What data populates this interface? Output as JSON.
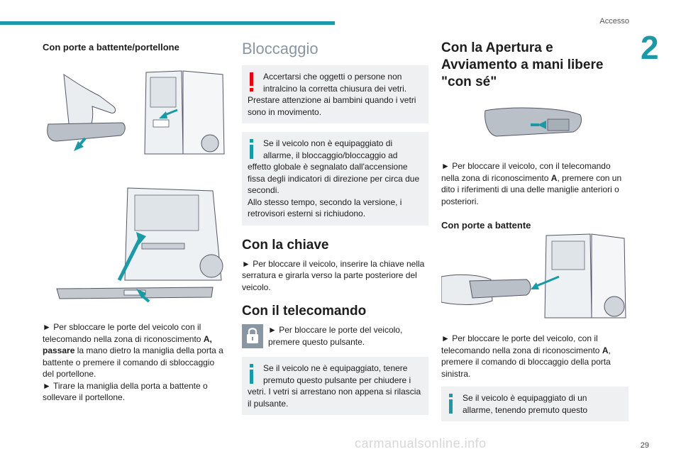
{
  "header": {
    "section": "Accesso",
    "chapter": "2",
    "page": "29"
  },
  "watermark": "carmanualsonline.info",
  "col1": {
    "heading": "Con porte a battente/portellone",
    "p1_pre": "► Per sbloccare le porte del veicolo con il telecomando nella zona di riconoscimento ",
    "p1_bold": "A, passare",
    "p1_post": " la mano dietro la maniglia della porta a battente o premere il comando di sbloccaggio del portellone.",
    "p2": "► Tirare la maniglia della porta a battente o sollevare il portellone."
  },
  "col2": {
    "title": "Bloccaggio",
    "warn_line1": "Accertarsi che oggetti o persone non",
    "warn_rest": "intralcino la corretta chiusura dei vetri. Prestare attenzione ai bambini quando i vetri sono in movimento.",
    "info1_line1": "Se il veicolo non è equipaggiato di",
    "info1_rest": "allarme, il bloccaggio/bloccaggio ad effetto globale è segnalato dall'accensione fissa degli indicatori di direzione per circa due secondi.",
    "info1_extra": "Allo stesso tempo, secondo la versione, i retrovisori esterni si richiudono.",
    "h_chiave": "Con la chiave",
    "p_chiave": "► Per bloccare il veicolo, inserire la chiave nella serratura e girarla verso la parte posteriore del veicolo.",
    "h_telecomando": "Con il telecomando",
    "lock_text": "► Per bloccare le porte del veicolo, premere questo pulsante.",
    "info2_line1": "Se il veicolo ne è equipaggiato, tenere",
    "info2_rest": "premuto questo pulsante per chiudere i vetri. I vetri si arrestano non appena si rilascia il pulsante."
  },
  "col3": {
    "title": "Con la Apertura e Avviamento a mani libere \"con sé\"",
    "p1_pre": "► Per bloccare il veicolo, con il telecomando nella zona di riconoscimento ",
    "p1_bold": "A",
    "p1_post": ", premere con un dito i riferimenti di una delle maniglie anteriori o posteriori.",
    "h_battente": "Con porte a battente",
    "p2_pre": "► Per bloccare le porte del veicolo, con il telecomando nella zona di riconoscimento ",
    "p2_bold": "A",
    "p2_post": ", premere il comando di bloccaggio della porta sinistra.",
    "info_line1": "Se il veicolo è equipaggiato di un",
    "info_rest": "allarme, tenendo premuto questo"
  },
  "colors": {
    "accent": "#1b9aa6",
    "warning": "#e30613",
    "info": "#1b9aa6",
    "box_bg": "#eef0f1"
  },
  "icons": {
    "warning": "exclamation-icon",
    "info": "info-icon",
    "lock": "padlock-icon"
  }
}
